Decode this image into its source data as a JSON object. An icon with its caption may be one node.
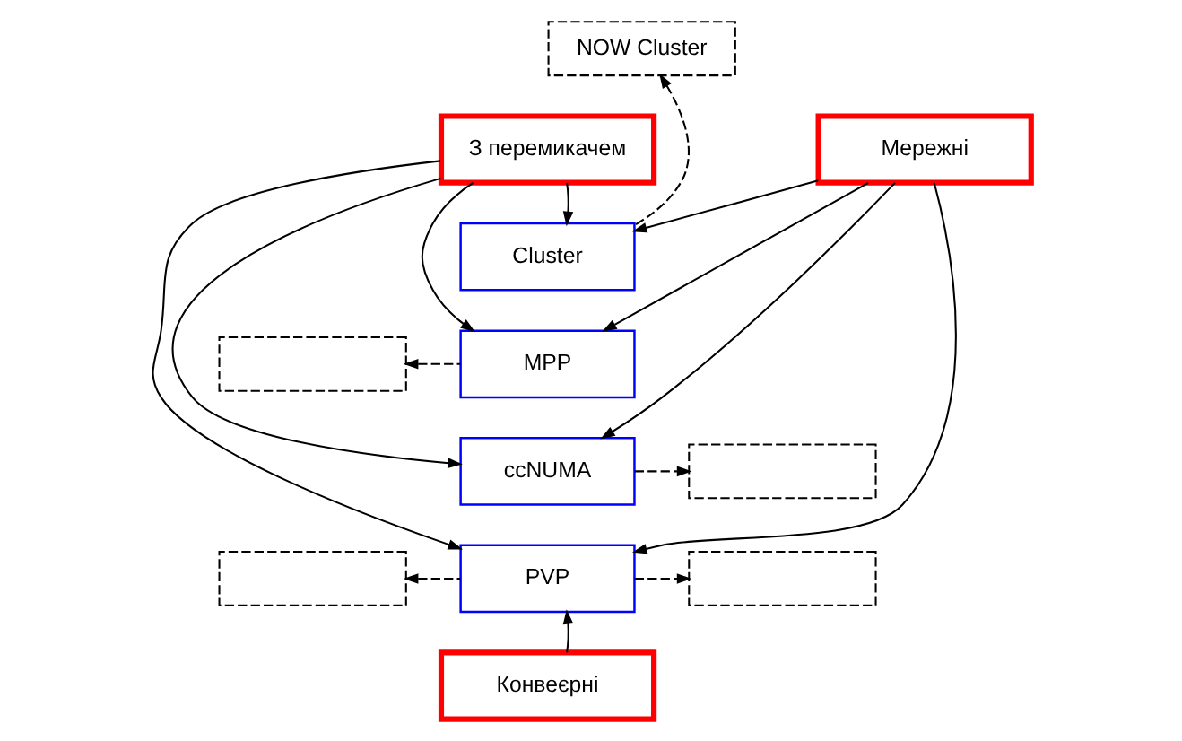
{
  "diagram": {
    "nodes": [
      {
        "text": [
          "NOW Cluster"
        ]
      },
      {
        "text": [
          "З перемикачем"
        ]
      },
      {
        "text": [
          "Мережні"
        ]
      },
      {
        "text": [
          "Cluster"
        ]
      },
      {
        "text": [],
        "shape": "box"
      },
      {
        "text": [
          "MPP"
        ]
      },
      {
        "text": [],
        "shape": "box"
      },
      {
        "text": [
          "ccNUMA"
        ]
      },
      {
        "text": [],
        "shape": "box"
      },
      {
        "text": [
          "PVP"
        ]
      },
      {
        "text": [],
        "shape": "box"
      },
      {
        "text": [
          "Конвеєрні"
        ]
      }
    ],
    "edges": [
      {
        "from": 1,
        "to": 3,
        "arrow": "to"
      },
      {
        "from": 1,
        "to": 5,
        "arrow": "to"
      },
      {
        "from": 1,
        "to": 7,
        "arrow": "to"
      },
      {
        "from": 1,
        "to": 9,
        "arrow": "to"
      },
      {
        "from": 2,
        "to": 3,
        "arrow": "to"
      },
      {
        "from": 2,
        "to": 5,
        "arrow": "to"
      },
      {
        "from": 2,
        "to": 7,
        "arrow": "to"
      },
      {
        "from": 2,
        "to": 9,
        "arrow": "to"
      },
      {
        "from": 11,
        "to": 9,
        "arrow": "to"
      },
      {
        "from": 3,
        "to": 0,
        "arrow": "to",
        "style": "dashed"
      },
      {
        "from": 5,
        "to": 4,
        "arrow": "to",
        "style": "dashed"
      },
      {
        "from": 7,
        "to": 6,
        "arrow": "to",
        "style": "dashed"
      },
      {
        "from": 9,
        "to": 8,
        "arrow": "to",
        "style": "dashed"
      },
      {
        "from": 9,
        "to": 10,
        "arrow": "to",
        "style": "dashed"
      }
    ]
  }
}
